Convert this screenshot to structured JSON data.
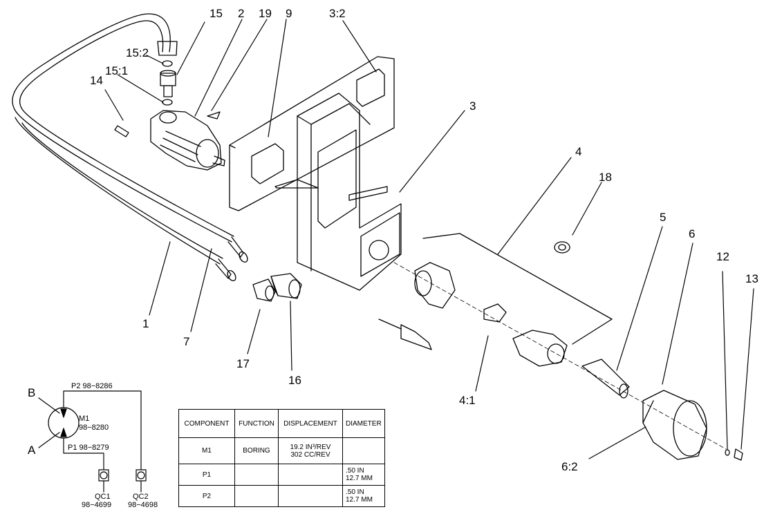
{
  "callouts": {
    "c15": "15",
    "c2": "2",
    "c19": "19",
    "c9": "9",
    "c3_2": "3:2",
    "c15_2": "15:2",
    "c15_1": "15:1",
    "c14": "14",
    "c3": "3",
    "c4": "4",
    "c18": "18",
    "c5": "5",
    "c6": "6",
    "c12": "12",
    "c13": "13",
    "c1": "1",
    "c7": "7",
    "c17": "17",
    "c16": "16",
    "c4_1": "4:1",
    "c6_2": "6:2"
  },
  "schematic": {
    "port_b": "B",
    "port_a": "A",
    "p2_label": "P2 98−8286",
    "p1_label": "P1 98−8279",
    "motor_id": "M1",
    "motor_part": "98−8280",
    "qc1_name": "QC1",
    "qc1_part": "98−4699",
    "qc2_name": "QC2",
    "qc2_part": "98−4698"
  },
  "spec_table": {
    "headers": [
      "COMPONENT",
      "FUNCTION",
      "DISPLACEMENT",
      "DIAMETER"
    ],
    "rows": [
      {
        "component": "M1",
        "function": "BORING",
        "displacement_line1": "19.2 IN³/REV",
        "displacement_line2": "302 CC/REV",
        "diameter_line1": "",
        "diameter_line2": ""
      },
      {
        "component": "P1",
        "function": "",
        "displacement_line1": "",
        "displacement_line2": "",
        "diameter_line1": ".50 IN",
        "diameter_line2": "12.7 MM"
      },
      {
        "component": "P2",
        "function": "",
        "displacement_line1": "",
        "displacement_line2": "",
        "diameter_line1": ".50 IN",
        "diameter_line2": "12.7 MM"
      }
    ]
  }
}
